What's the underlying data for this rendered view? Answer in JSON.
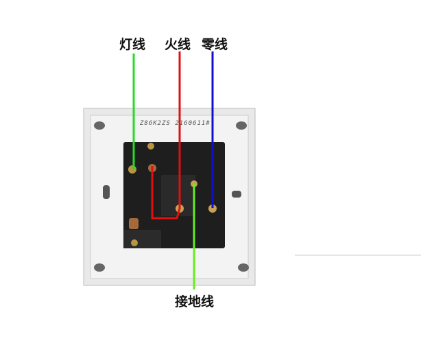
{
  "labels": {
    "lamp_wire": "灯线",
    "live_wire": "火线",
    "neutral_wire": "零线",
    "ground_wire": "接地线"
  },
  "imprint": "Z86K2ZS 2160611#",
  "colors": {
    "lamp_wire": "#22dd22",
    "live_wire": "#e01010",
    "neutral_wire": "#1010cc",
    "ground_wire": "#66ee22"
  }
}
